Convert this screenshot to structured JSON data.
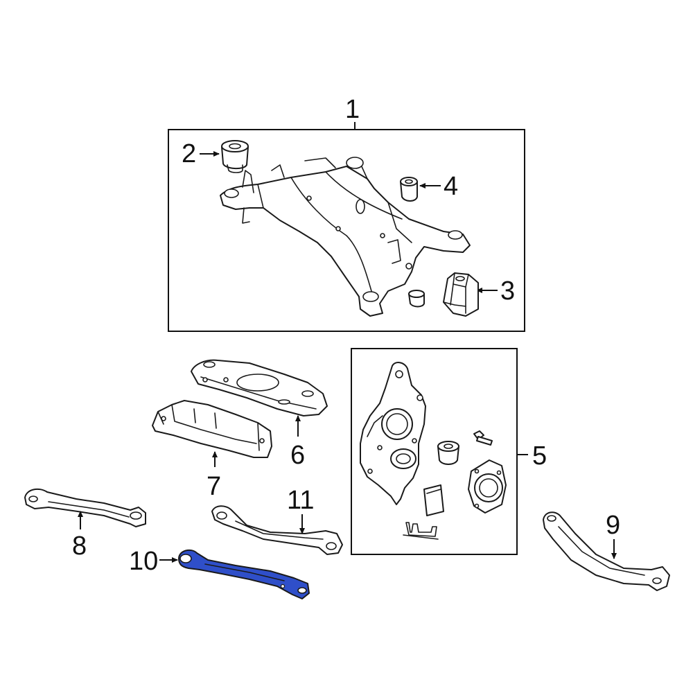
{
  "diagram": {
    "callouts": {
      "c1": "1",
      "c2": "2",
      "c3": "3",
      "c4": "4",
      "c5": "5",
      "c6": "6",
      "c7": "7",
      "c8": "8",
      "c9": "9",
      "c10": "10",
      "c11": "11"
    },
    "highlight_color": "#2f4fc9",
    "outline_color": "#1a1a1a"
  }
}
